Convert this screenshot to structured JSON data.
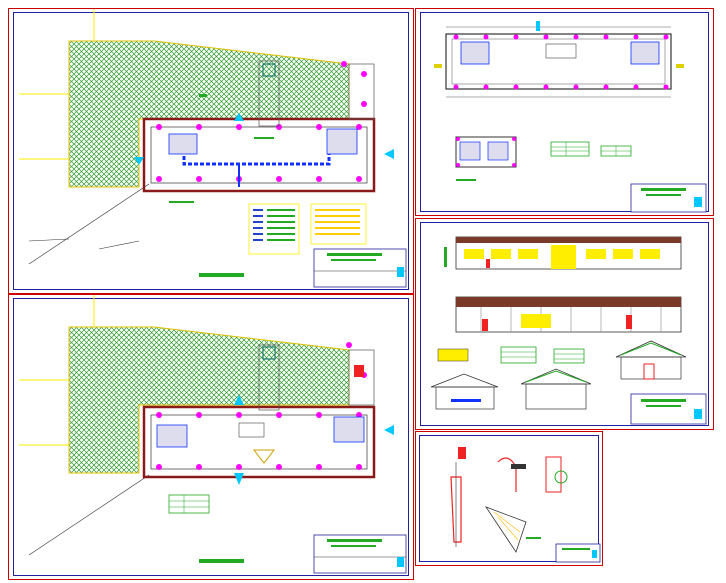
{
  "drawing": {
    "sheets": [
      {
        "id": "sheet-1",
        "content": "site-plan-drainage"
      },
      {
        "id": "sheet-2",
        "content": "floor-plan-detailed"
      },
      {
        "id": "sheet-3",
        "content": "site-plan-water"
      },
      {
        "id": "sheet-4",
        "content": "elevations-sections"
      },
      {
        "id": "sheet-5",
        "content": "construction-details"
      }
    ]
  },
  "colors": {
    "sheet_border": "#cc0000",
    "frame": "#2020a0",
    "hatch": "#2a9a2a",
    "wall": "#8a1a1a",
    "column": "#ff00ff",
    "pipe": "#1030ff",
    "cyan": "#00c8ff",
    "yellow": "#ffee00",
    "roof": "#7a3a2a",
    "label_green": "#22aa22"
  }
}
